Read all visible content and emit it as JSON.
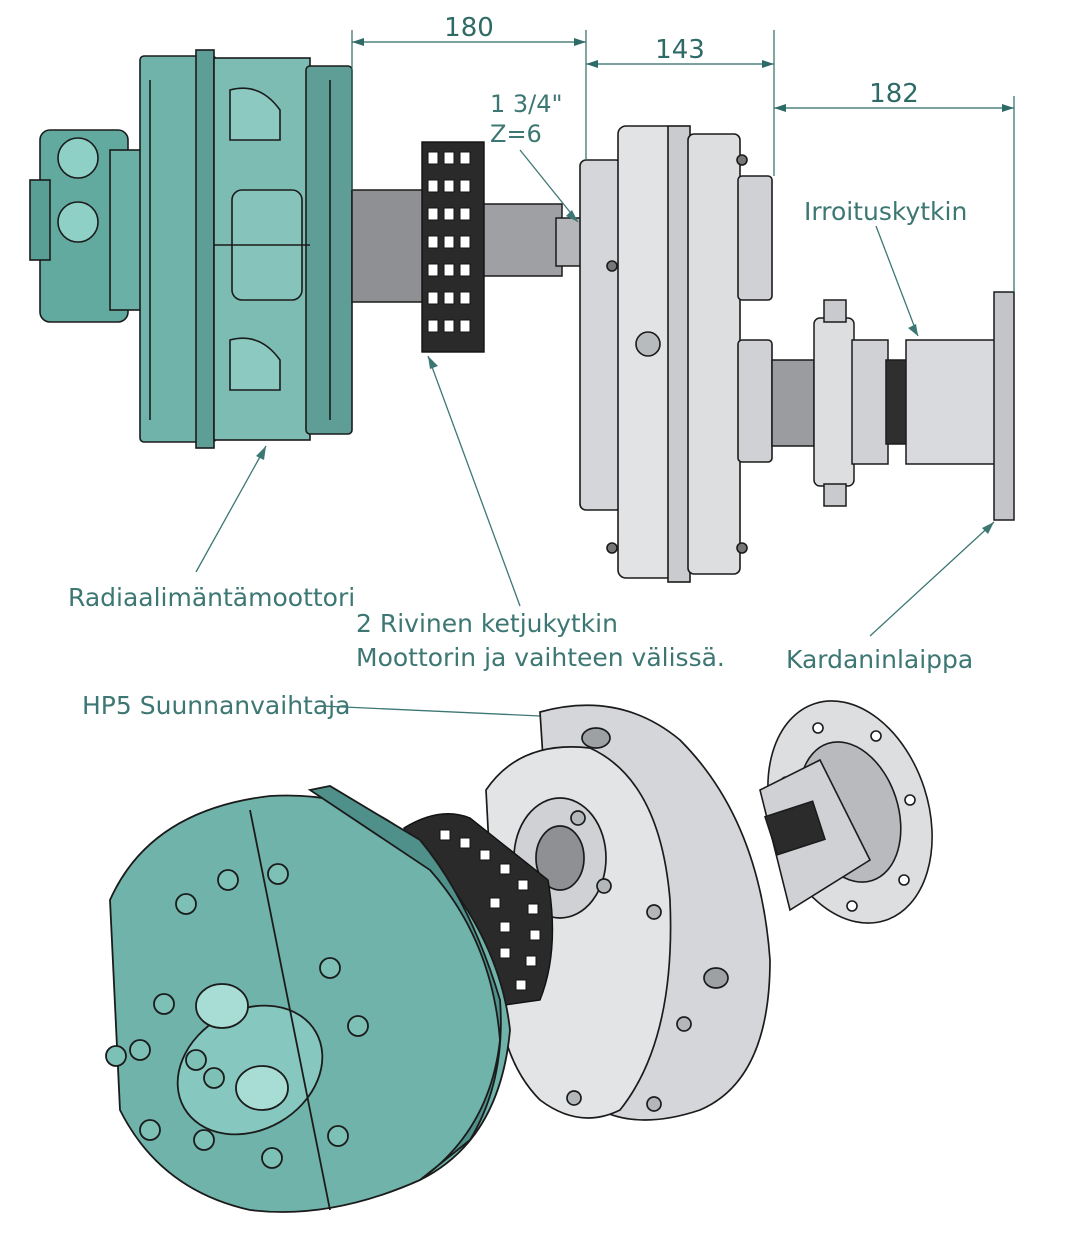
{
  "colors": {
    "motor": "#6fb3aa",
    "motor_dark": "#3e7f78",
    "steel": "#d8dadd",
    "steel_dark": "#8a8d91",
    "shaft": "#8e9094",
    "chain": "#1a1a1a",
    "annotation": "#3d7773",
    "outline": "#1b1b1b"
  },
  "dimensions": {
    "d180": "180",
    "d143": "143",
    "d182": "182"
  },
  "shaft_spec": {
    "line1": "1 3/4\"",
    "line2": "Z=6"
  },
  "labels": {
    "motor": "Radiaalimäntämoottori",
    "coupling_line1": "2 Rivinen ketjukytkin",
    "coupling_line2": "Moottorin ja vaihteen välissä.",
    "disconnect": "Irroituskytkin",
    "flange": "Kardaninlaippa",
    "gearbox": "HP5 Suunnanvaihtaja"
  }
}
